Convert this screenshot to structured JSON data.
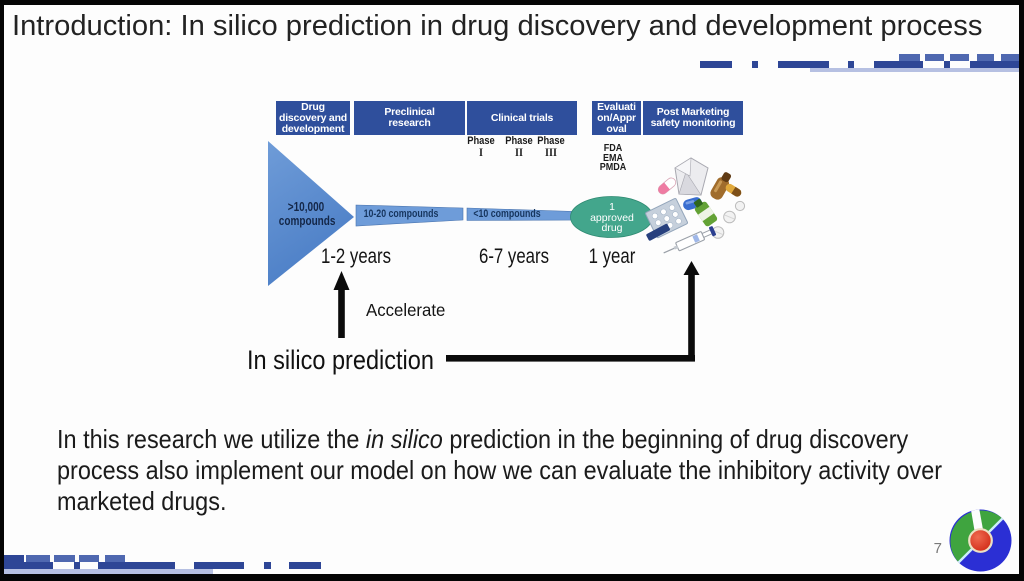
{
  "title": "Introduction: In silico prediction in drug discovery and development process",
  "diagram": {
    "stages": [
      {
        "label_lines": [
          "Drug",
          "discovery and",
          "development"
        ]
      },
      {
        "label_lines": [
          "Preclinical",
          "research"
        ]
      },
      {
        "label_lines": [
          "Clinical trials"
        ]
      },
      {
        "label_lines": [
          "Evaluati",
          "on/Appr",
          "oval"
        ]
      },
      {
        "label_lines": [
          "Post Marketing",
          "safety monitoring"
        ]
      }
    ],
    "phases": [
      {
        "word": "Phase",
        "numeral": "I"
      },
      {
        "word": "Phase",
        "numeral": "II"
      },
      {
        "word": "Phase",
        "numeral": "III"
      }
    ],
    "agencies": [
      "FDA",
      "EMA",
      "PMDA"
    ],
    "funnel_label_lines": [
      ">10,000",
      "compounds"
    ],
    "bar_labels": [
      "10-20 compounds",
      "<10 compounds"
    ],
    "approved_drug_lines": [
      "1",
      "approved",
      "drug"
    ],
    "durations": [
      "1-2 years",
      "6-7 years",
      "1 year"
    ],
    "accelerate_label": "Accelerate",
    "insilico_label": "In silico prediction"
  },
  "body": {
    "line1_pre": "In this research we utilize the ",
    "line1_italic": "in silico",
    "line1_post": " prediction in the beginning of drug discovery",
    "line2": "process also implement our model on how we can evaluate the inhibitory activity over",
    "line3": "marketed drugs."
  },
  "footer": {
    "page_number": "7"
  },
  "colors": {
    "stage_box_blue": "#2f4f9c",
    "funnel_blue_top": "#6f9cd8",
    "funnel_blue_bottom": "#4b7ec6",
    "taper_bar_blue": "#6e9cd9",
    "approved_green": "#43a68c",
    "decor_dark_blue": "#2e4696",
    "decor_light_blue": "#4f68b0",
    "decor_lavender": "#b6c0e2",
    "logo_green": "#3fa43f",
    "logo_blue": "#2b2fd4",
    "logo_red": "#e23a28"
  }
}
